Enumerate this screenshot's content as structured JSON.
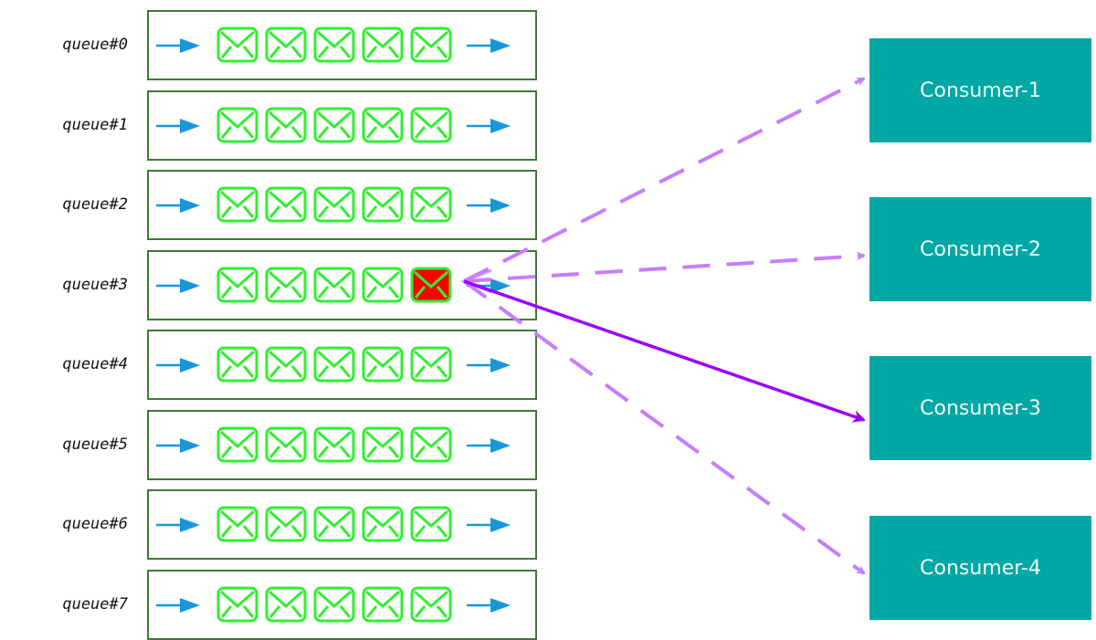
{
  "diagram": {
    "queues": [
      {
        "label": "queue#0",
        "messages": 5,
        "highlighted_index": null
      },
      {
        "label": "queue#1",
        "messages": 5,
        "highlighted_index": null
      },
      {
        "label": "queue#2",
        "messages": 5,
        "highlighted_index": null
      },
      {
        "label": "queue#3",
        "messages": 5,
        "highlighted_index": 4
      },
      {
        "label": "queue#4",
        "messages": 5,
        "highlighted_index": null
      },
      {
        "label": "queue#5",
        "messages": 5,
        "highlighted_index": null
      },
      {
        "label": "queue#6",
        "messages": 5,
        "highlighted_index": null
      },
      {
        "label": "queue#7",
        "messages": 5,
        "highlighted_index": null
      }
    ],
    "consumers": [
      {
        "label": "Consumer-1"
      },
      {
        "label": "Consumer-2"
      },
      {
        "label": "Consumer-3"
      },
      {
        "label": "Consumer-4"
      }
    ],
    "connections": [
      {
        "from": "queue#3.message#4",
        "to": "Consumer-1",
        "style": "dashed"
      },
      {
        "from": "queue#3.message#4",
        "to": "Consumer-2",
        "style": "dashed"
      },
      {
        "from": "queue#3.message#4",
        "to": "Consumer-3",
        "style": "solid"
      },
      {
        "from": "queue#3.message#4",
        "to": "Consumer-4",
        "style": "dashed"
      }
    ],
    "icons": {
      "message": "envelope-icon",
      "flow": "arrow-right-icon"
    },
    "colors": {
      "queue_border": "#3d7a35",
      "envelope": "#33ee33",
      "envelope_highlight_fill": "#ff0000",
      "flow_arrow": "#1a96d8",
      "consumer_fill": "#00a8a5",
      "consumer_text": "#eaf7f6",
      "dashed_link": "#c77dff",
      "solid_link": "#9b00ff"
    }
  }
}
